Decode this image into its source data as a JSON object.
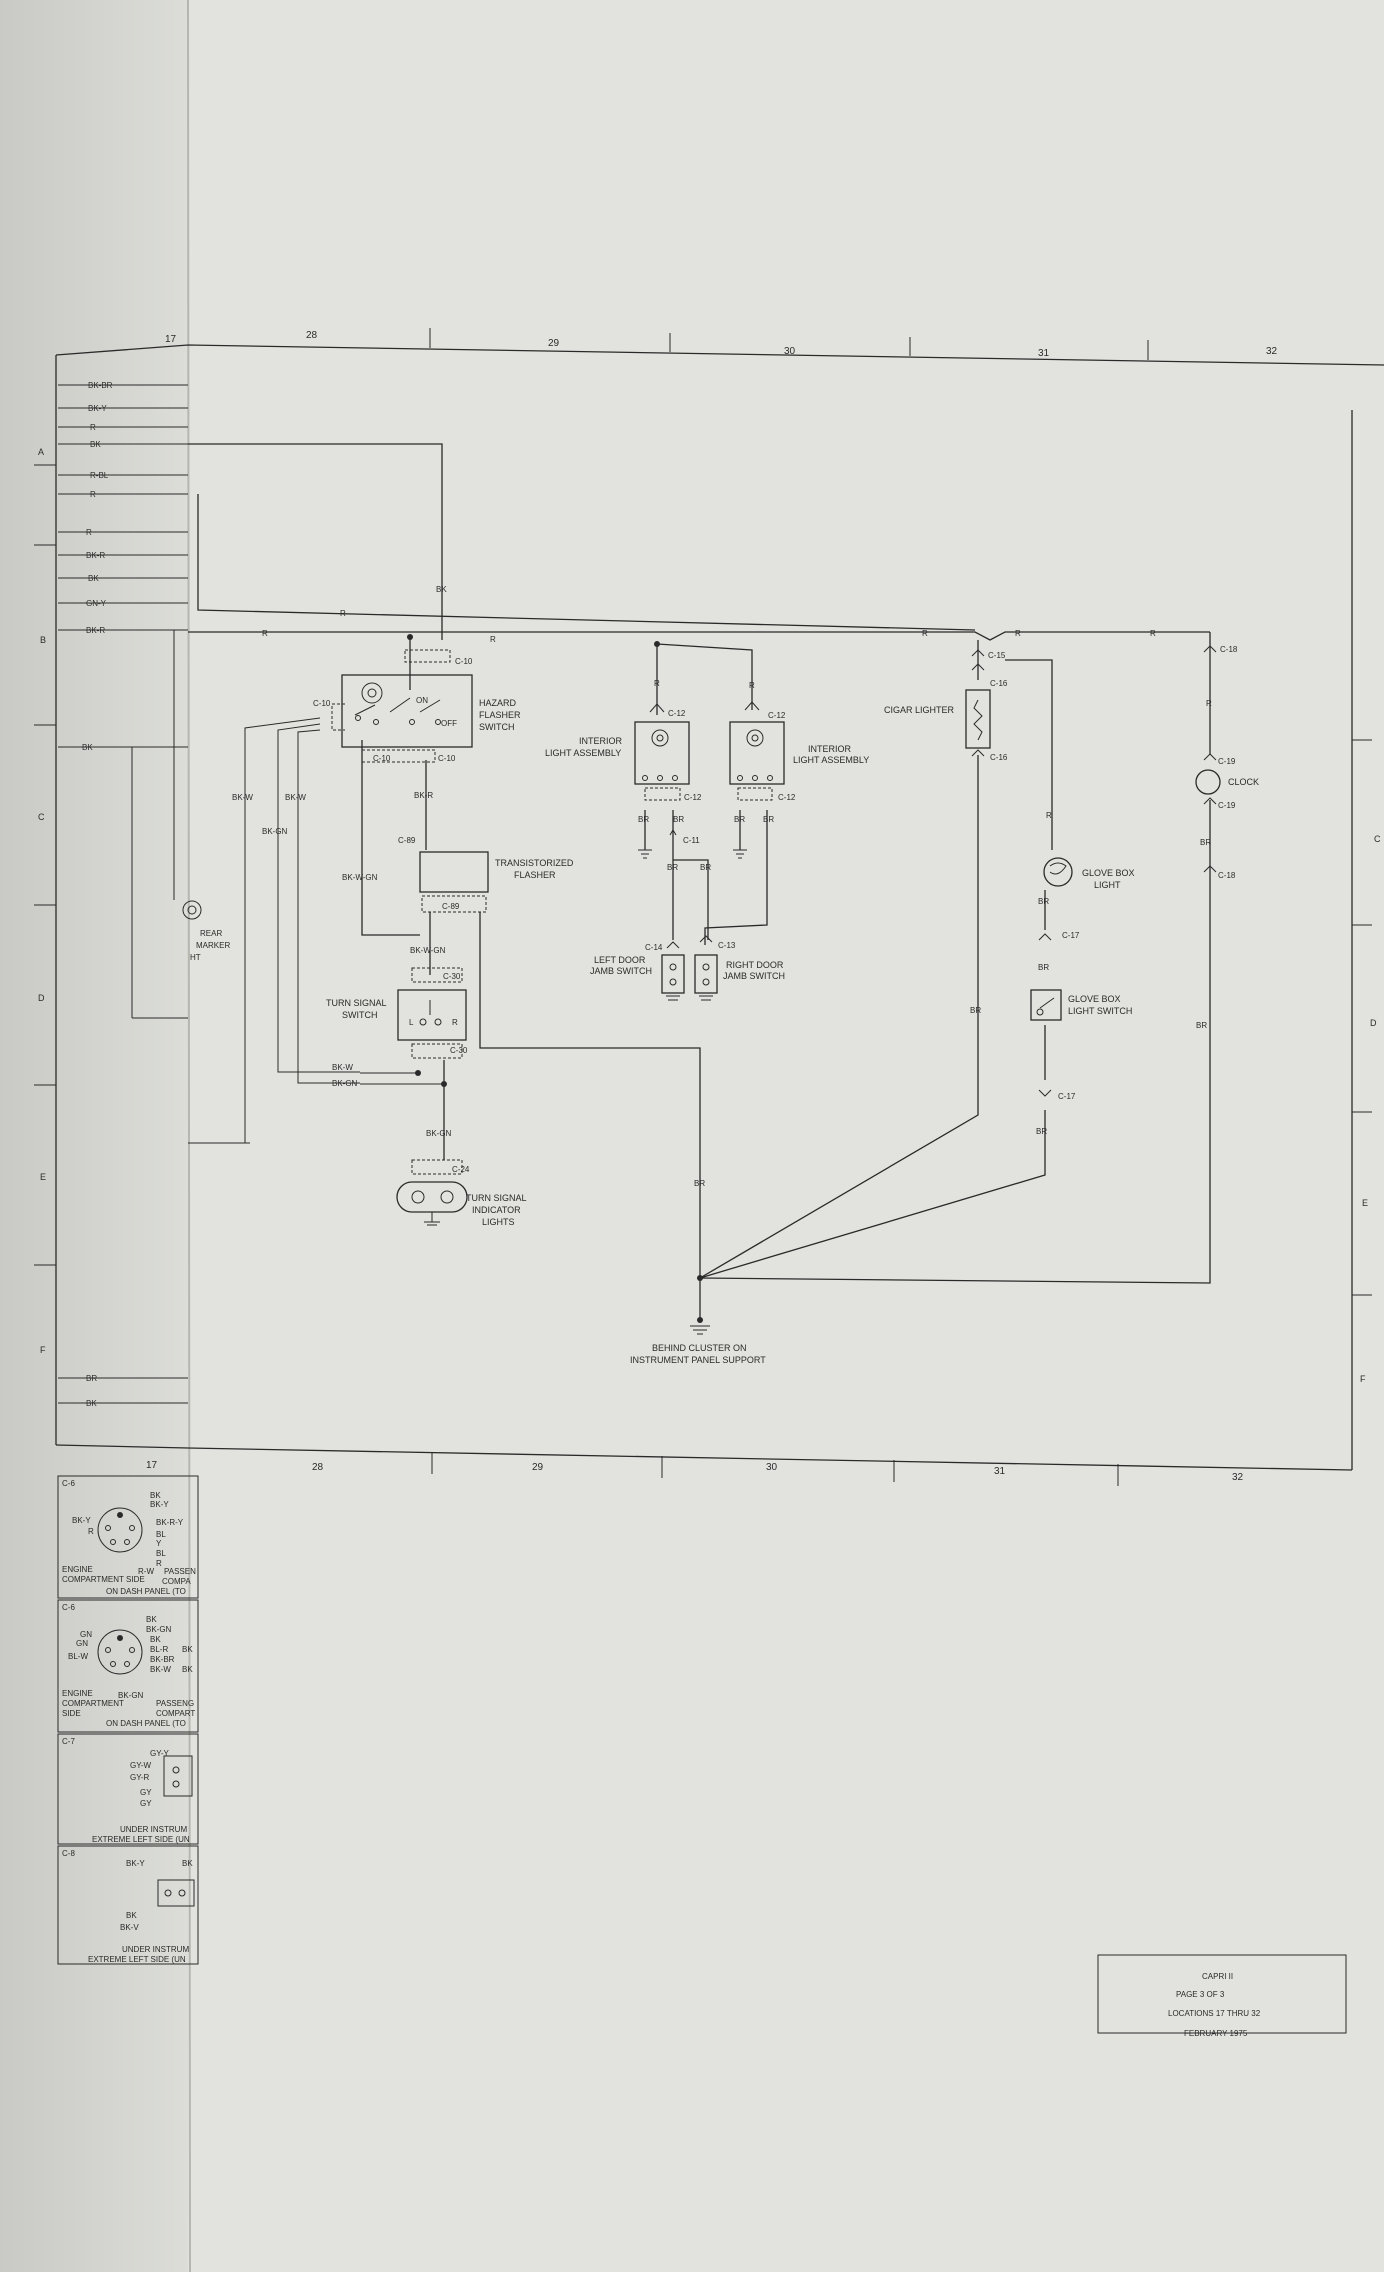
{
  "grid": {
    "columns_top": [
      "17",
      "28",
      "29",
      "30",
      "31",
      "32"
    ],
    "columns_bottom": [
      "17",
      "28",
      "29",
      "30",
      "31",
      "32"
    ],
    "rows_left": [
      "A",
      "B",
      "C",
      "D",
      "E",
      "F"
    ],
    "rows_right": [
      "C",
      "D",
      "E",
      "F"
    ]
  },
  "left_wires": {
    "top_labels": [
      "BK-BR",
      "BK-Y",
      "R",
      "BK"
    ],
    "mid_labels": [
      "R-BL",
      "R",
      "R",
      "BK-R",
      "BK",
      "GN-Y",
      "BK-R"
    ],
    "other_labels": [
      "BK",
      "BK-W",
      "BK-W",
      "BK-GN",
      "R",
      "BR",
      "BK"
    ]
  },
  "rear_marker": {
    "lines": [
      "REAR",
      "MARKER",
      "HT"
    ]
  },
  "wire_colors": {
    "r": "R",
    "bk": "BK",
    "bk_r": "BK-R",
    "bk_w_gn": "BK-W-GN",
    "bk_w": "BK-W",
    "bk_gn": "BK-GN",
    "br": "BR"
  },
  "connectors": {
    "c10": "C-10",
    "c89": "C-89",
    "c30": "C-30",
    "c24": "C-24",
    "c12": "C-12",
    "c11": "C-11",
    "c13": "C-13",
    "c14": "C-14",
    "c15": "C-15",
    "c16": "C-16",
    "c17": "C-17",
    "c18": "C-18",
    "c19": "C-19"
  },
  "components": {
    "hazard": {
      "lines": [
        "HAZARD",
        "FLASHER",
        "SWITCH"
      ],
      "on": "ON",
      "off": "OFF"
    },
    "flasher": {
      "lines": [
        "TRANSISTORIZED",
        "FLASHER"
      ]
    },
    "turn_switch": {
      "lines": [
        "TURN SIGNAL",
        "SWITCH"
      ],
      "left": "L",
      "right": "R"
    },
    "indicator": {
      "lines": [
        "TURN SIGNAL",
        "INDICATOR",
        "LIGHTS"
      ]
    },
    "interior_left": {
      "lines": [
        "INTERIOR",
        "LIGHT ASSEMBLY"
      ]
    },
    "interior_right": {
      "lines": [
        "INTERIOR",
        "LIGHT ASSEMBLY"
      ]
    },
    "left_door": {
      "lines": [
        "LEFT DOOR",
        "JAMB SWITCH"
      ]
    },
    "right_door": {
      "lines": [
        "RIGHT DOOR",
        "JAMB SWITCH"
      ]
    },
    "cigar": {
      "label": "CIGAR LIGHTER"
    },
    "clock": {
      "label": "CLOCK"
    },
    "glove_light": {
      "lines": [
        "GLOVE BOX",
        "LIGHT"
      ]
    },
    "glove_switch": {
      "lines": [
        "GLOVE BOX",
        "LIGHT SWITCH"
      ]
    },
    "ground": {
      "lines": [
        "BEHIND CLUSTER ON",
        "INSTRUMENT PANEL SUPPORT"
      ]
    }
  },
  "connector_views": [
    {
      "id": "C-6",
      "pin_labels": [
        "BK",
        "BK-Y",
        "BK-Y",
        "R",
        "BK-R-Y",
        "BL",
        "Y",
        "BL",
        "R",
        "R-W"
      ],
      "caption": [
        "ENGINE",
        "COMPARTMENT SIDE",
        "PASSEN",
        "COMPA",
        "ON DASH PANEL (TO"
      ]
    },
    {
      "id": "C-6",
      "pin_labels": [
        "BK",
        "BK-GN",
        "GN",
        "GN",
        "BK",
        "BL-W",
        "BL-R",
        "BK-BR",
        "BK-W",
        "BK-GN",
        "BK",
        "BK"
      ],
      "caption": [
        "ENGINE",
        "COMPARTMENT",
        "SIDE",
        "PASSENG",
        "COMPART",
        "ON DASH PANEL (TO"
      ]
    },
    {
      "id": "C-7",
      "pin_labels": [
        "GY-Y",
        "GY-W",
        "GY-R",
        "GY",
        "GY"
      ],
      "caption": [
        "UNDER INSTRUM",
        "EXTREME LEFT SIDE (UN"
      ]
    },
    {
      "id": "C-8",
      "pin_labels": [
        "BK-Y",
        "BK",
        "BK",
        "BK-V"
      ],
      "caption": [
        "UNDER INSTRUM",
        "EXTREME LEFT SIDE (UN"
      ]
    }
  ],
  "title_block": {
    "model": "CAPRI II",
    "page": "PAGE 3 OF 3",
    "locations": "LOCATIONS 17 THRU 32",
    "date": "FEBRUARY 1975"
  }
}
